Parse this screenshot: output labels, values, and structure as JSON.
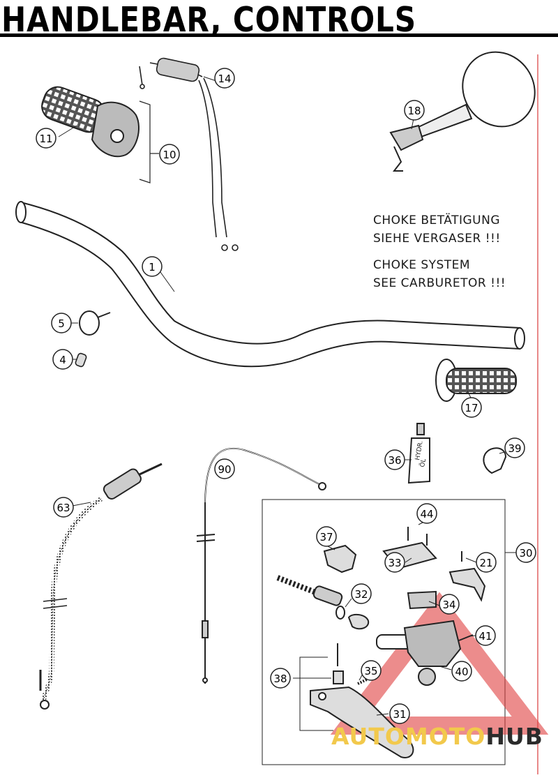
{
  "title": "HANDLEBAR, CONTROLS",
  "notes": {
    "de_line1": "CHOKE BETÄTIGUNG",
    "de_line2": "SIEHE VERGASER !!!",
    "en_line1": "CHOKE SYSTEM",
    "en_line2": "SEE CARBURETOR !!!"
  },
  "parts": [
    "1",
    "4",
    "5",
    "10",
    "11",
    "14",
    "17",
    "18",
    "21",
    "30",
    "31",
    "32",
    "33",
    "34",
    "35",
    "36",
    "37",
    "38",
    "39",
    "40",
    "41",
    "44",
    "63",
    "90"
  ],
  "bottle_label": {
    "line1": "HYDR.",
    "line2": "ÖL"
  },
  "watermark": {
    "part1": "AUTO",
    "part2": "MOTO",
    "part3": "HUB"
  },
  "colors": {
    "line": "#222222",
    "frame_right": "#e06060",
    "watermark_red": "#e04040",
    "watermark_gold": "#f2c94c"
  }
}
